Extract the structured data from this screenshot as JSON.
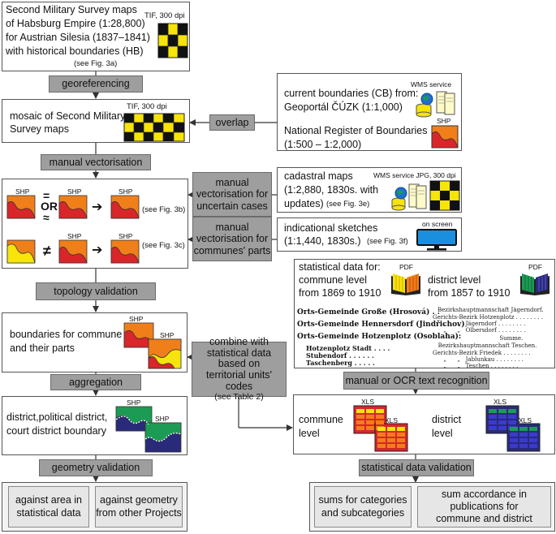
{
  "box1": {
    "lines": [
      "Second Military Survey maps",
      "of Habsburg Empire (1:28,800)",
      "for Austrian Silesia (1837–1841)",
      "with historical boundaries (HB)"
    ],
    "ref": "(see Fig. 3a)",
    "fmt": "TIF, 300 dpi"
  },
  "georef": "georeferencing",
  "box2": {
    "lines": [
      "mosaic of Second Military",
      "Survey maps"
    ],
    "fmt": "TIF, 300 dpi"
  },
  "overlap": "overlap",
  "cb": {
    "lines": [
      "current boundaries (CB) from:",
      "Geoportál ČÚZK (1:1,000)"
    ],
    "wms": "WMS service",
    "nrb_lines": [
      "National Register of Boundaries",
      "(1:500 – 1:2,000)"
    ],
    "shp": "SHP"
  },
  "manual_vect": "manual vectorisation",
  "box3": {
    "shp": "SHP",
    "or": "OR",
    "approx": "≈",
    "neq": "≠",
    "arrow": "➔",
    "ref_b": "(see Fig. 3b)",
    "ref_c": "(see Fig. 3c)"
  },
  "uncertain": [
    "manual",
    "vectorisation for",
    "uncertain cases"
  ],
  "cadastral": {
    "lines": [
      "cadastral maps",
      "(1:2,880, 1830s. with",
      "updates)"
    ],
    "ref": "(see Fig. 3e)",
    "wms": "WMS service JPG, 300 dpi"
  },
  "communes_parts": [
    "manual",
    "vectorisation for",
    "communes' parts"
  ],
  "sketches": {
    "lines": [
      "indicational sketches",
      "(1:1,440, 1830s.)"
    ],
    "ref": "(see Fig. 3f)",
    "screen": "on screen"
  },
  "statistical": {
    "title": "statistical data for:",
    "commune": [
      "commune  level",
      "from 1869 to 1910"
    ],
    "district": [
      "district level",
      "from 1857 to 1910"
    ],
    "pdf": "PDF",
    "gothic": [
      "Orts-Gemeinde Große (Hrosová)  .  .",
      "Orts-Gemeinde Hennersdorf (Jindřichov)",
      "Orts-Gemeinde Hotzenplotz (Osoblaha):"
    ],
    "gothic_sub": [
      "Hotzenplotz Stadt .  .  .  .",
      "Stubendorf  .  .  .  .  .  .",
      "Taschenberg  .  .  .  .  ."
    ],
    "right_text": [
      "Bezirkshauptmannschaft Jägerndorf.",
      "Gerichts-Bezirk Hotzenplotz . . . . . . . .",
      "      „      „   Jägerndorf . . . . . . . .",
      "      „      „   Olbersdorf . . . . . . . .",
      "                                     Summe.",
      "   Bezirkshauptmannschaft Teschen.",
      "Gerichts-Bezirk Friedek . . . . . . . .",
      "      „      „   Jablunkau . . . . . . . .",
      "      „      „   Teschen . . . . . . . ."
    ]
  },
  "topology": "topology validation",
  "box4": {
    "lines": [
      "boundaries for commune",
      "and their parts"
    ],
    "shp": "SHP"
  },
  "combine": [
    "combine with",
    "statistical data",
    "based on",
    "territorial units' codes",
    "(see Table 2)"
  ],
  "ocr": "manual or OCR text recognition",
  "aggregation": "aggregation",
  "box5": {
    "lines": [
      "district,political district,",
      "court district boundary"
    ],
    "shp": "SHP"
  },
  "xls_box": {
    "commune": [
      "commune",
      "level"
    ],
    "district": [
      "district",
      "level"
    ],
    "xls": "XLS"
  },
  "geom_val": "geometry validation",
  "stat_val": "statistical data validation",
  "results": {
    "a": [
      "against area in",
      "statistical data"
    ],
    "b": [
      "against geometry",
      "from other Projects"
    ],
    "c": [
      "sums for categories",
      "and subcategories"
    ],
    "d": [
      "sum accordance in",
      "publications for",
      "commune and district"
    ]
  },
  "colors": {
    "gray": "#9e9e9e",
    "orange": "#f07f1a",
    "red": "#d8262b",
    "yellow": "#f6e40b",
    "green": "#1c9b55",
    "navy": "#2a2a7a"
  }
}
